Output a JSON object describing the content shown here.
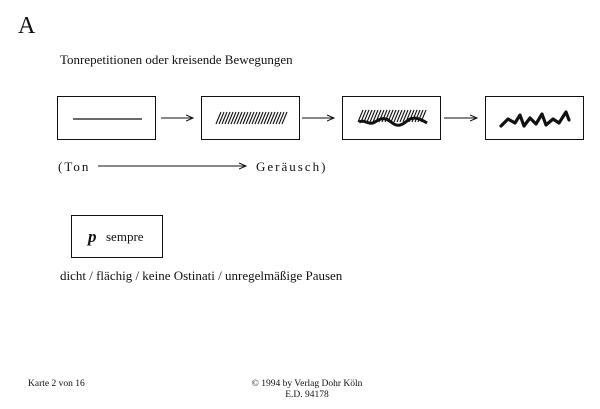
{
  "card": {
    "letter": "A",
    "subtitle": "Tonrepetitionen oder kreisende Bewegungen"
  },
  "scale": {
    "start": "(Ton",
    "end": "Geräusch)"
  },
  "dynamic": {
    "mark": "p",
    "word": "sempre"
  },
  "description": "dicht / flächig / keine Ostinati / unregelmäßige Pausen",
  "footer": {
    "card_number": "Karte 2 von 16",
    "copyright": "© 1994 by Verlag Dohr Köln",
    "edition": "E.D. 94178"
  },
  "diagram": {
    "boxes": [
      {
        "name": "line",
        "icon": "straight-line-icon"
      },
      {
        "name": "hatch",
        "icon": "hatched-band-icon"
      },
      {
        "name": "hatch-wave",
        "icon": "hatched-wavy-band-icon"
      },
      {
        "name": "zigzag",
        "icon": "zigzag-scribble-icon"
      }
    ]
  }
}
